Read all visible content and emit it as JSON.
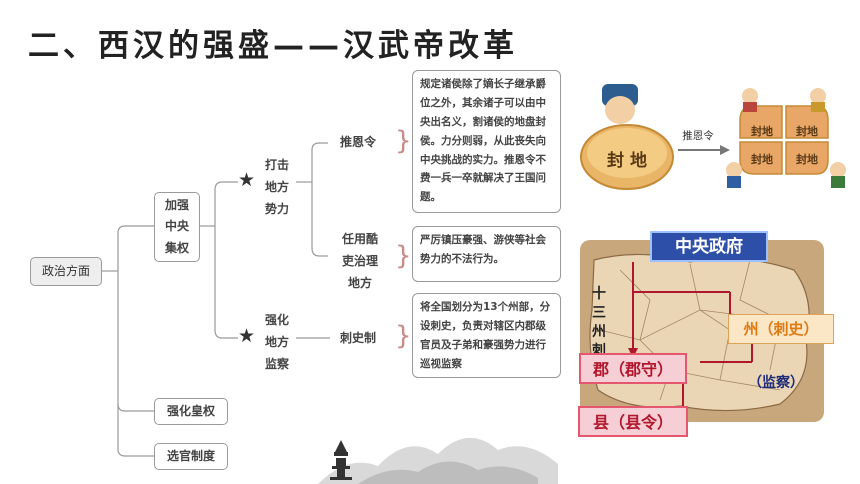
{
  "title": "二、西汉的强盛——汉武帝改革",
  "mindmap": {
    "root": "政治方面",
    "branch1": "加强\n中央\n集权",
    "sub1": "打击\n地方\n势力",
    "sub2": "强化\n地方\n监察",
    "leaf1": "推恩令",
    "leaf2": "任用酷\n吏治理\n地方",
    "leaf3": "刺史制",
    "branch2": "强化皇权",
    "branch3": "选官制度"
  },
  "notes": {
    "note1": "规定诸侯除了嫡长子继承爵位之外，其余诸子可以由中央出名义，割诸侯的地盘封侯。力分则弱，从此丧失向中央挑战的实力。推恩令不费一兵一卒就解决了王国问题。",
    "note2": "严厉镇压豪强、游侠等社会势力的不法行为。",
    "note3": "将全国划分为13个州部，分设刺史，负责对辖区内郡级官员及子弟和豪强势力进行巡视监察"
  },
  "illustration": {
    "left_label": "封 地",
    "arrow_label": "推恩令",
    "pieces": [
      "封地",
      "封地",
      "封地",
      "封地"
    ]
  },
  "map": {
    "central": "中央政府",
    "vertical": "十三州刺",
    "zhou": "州（刺史）",
    "jian": "（监察）",
    "jun": "郡（郡守）",
    "xian": "县（县令）",
    "colors": {
      "pink_bg": "#f6cfd6",
      "pink_border": "#e5566f",
      "text_red": "#b1172c",
      "blue_bg": "#cfe2ff",
      "blue_border": "#3b5bb5",
      "orange": "#e07a12"
    }
  }
}
